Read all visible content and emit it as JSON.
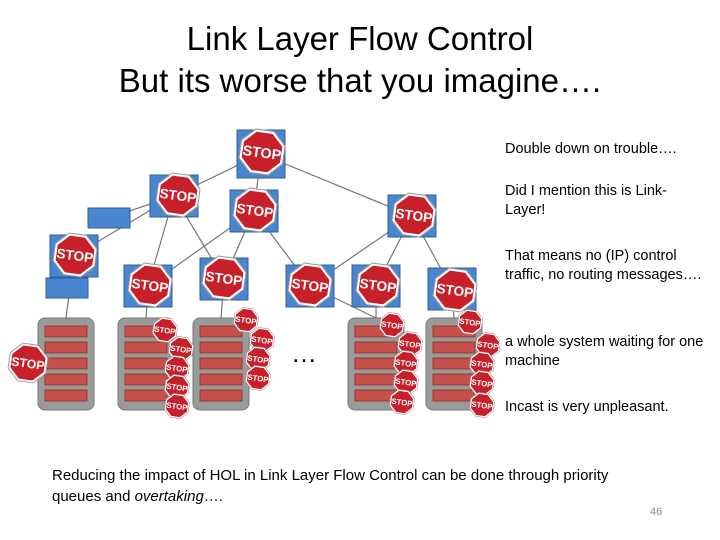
{
  "slide": {
    "title_line1": "Link Layer Flow Control",
    "title_line2": "But its worse that you imagine….",
    "bullets": [
      "Double down on trouble….",
      "Did I mention this is Link-Layer!",
      "That means no (IP) control traffic, no routing messages….",
      "a whole system waiting for one machine",
      "Incast is very unpleasant."
    ],
    "footer_text_plain": "Reducing the impact of HOL in Link Layer Flow Control can be done through priority queues and ",
    "footer_text_italic": "overtaking",
    "footer_text_end": "….",
    "page_number": "46"
  },
  "diagram": {
    "stop_sign_text": "STOP",
    "ellipsis": "…",
    "colors": {
      "switch_blue": "#4a86d0",
      "stop_red": "#c8202a",
      "rack_gray": "#9a9a9a",
      "server_red": "#c8504a",
      "link_gray": "#777777"
    }
  }
}
